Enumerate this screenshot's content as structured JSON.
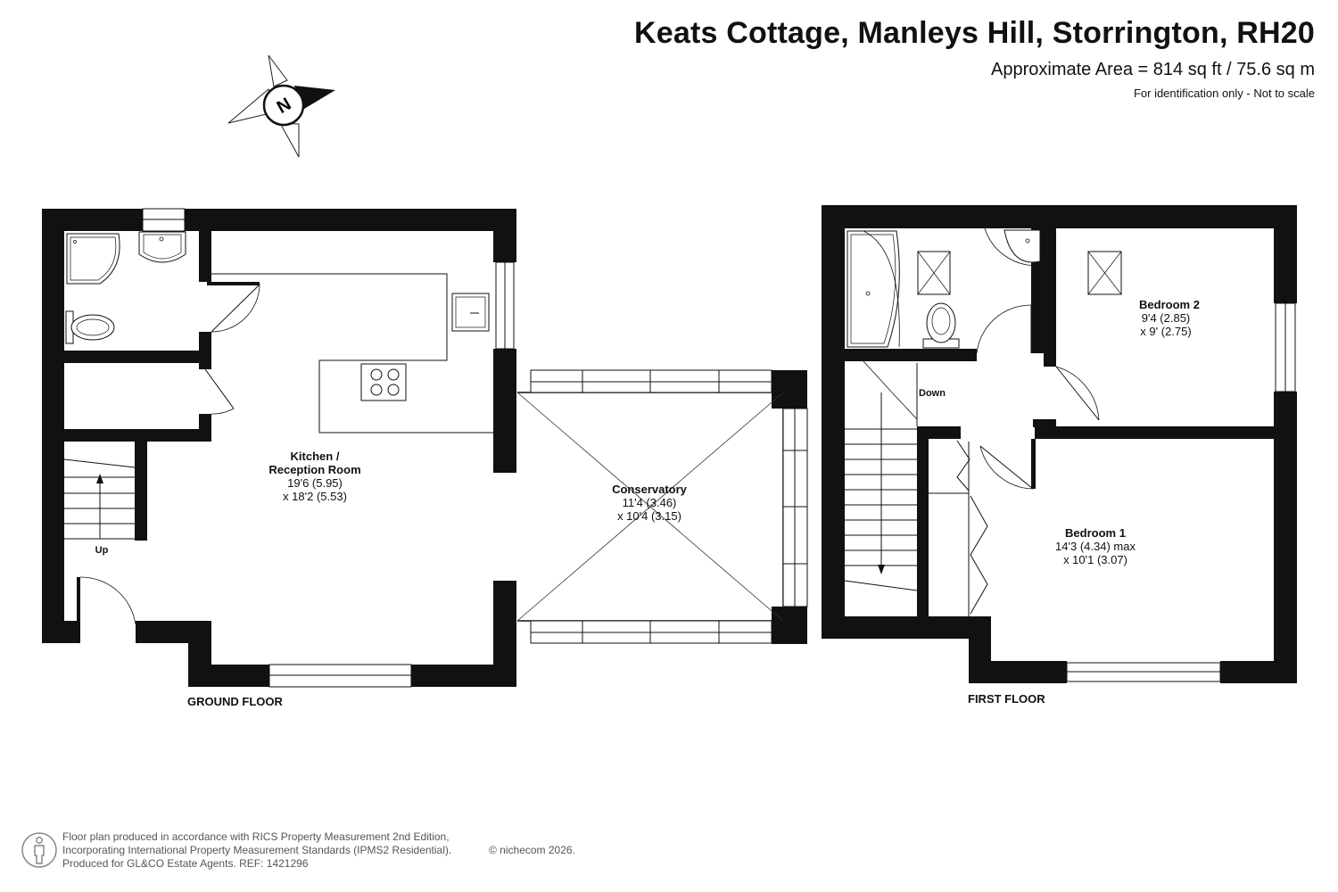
{
  "header": {
    "title": "Keats Cottage, Manleys Hill, Storrington, RH20",
    "area": "Approximate Area = 814 sq ft / 75.6 sq m",
    "disclaimer": "For identification only - Not to scale"
  },
  "compass": {
    "label": "N"
  },
  "ground_floor": {
    "label": "GROUND FLOOR",
    "stairs_label": "Up",
    "kitchen": {
      "name1": "Kitchen /",
      "name2": "Reception Room",
      "dim1": "19'6 (5.95)",
      "dim2": "x 18'2 (5.53)"
    },
    "conservatory": {
      "name": "Conservatory",
      "dim1": "11'4 (3.46)",
      "dim2": "x 10'4 (3.15)"
    }
  },
  "first_floor": {
    "label": "FIRST FLOOR",
    "stairs_label": "Down",
    "bedroom2": {
      "name": "Bedroom 2",
      "dim1": "9'4 (2.85)",
      "dim2": "x 9' (2.75)"
    },
    "bedroom1": {
      "name": "Bedroom 1",
      "dim1": "14'3 (4.34) max",
      "dim2": "x 10'1 (3.07)"
    }
  },
  "footer": {
    "line1": "Floor plan produced in accordance with RICS Property Measurement 2nd Edition,",
    "line2": "Incorporating International Property Measurement Standards (IPMS2 Residential).",
    "line3": "Produced for GL&CO Estate Agents.   REF:  1421296",
    "copyright": "© nichecom 2026."
  }
}
